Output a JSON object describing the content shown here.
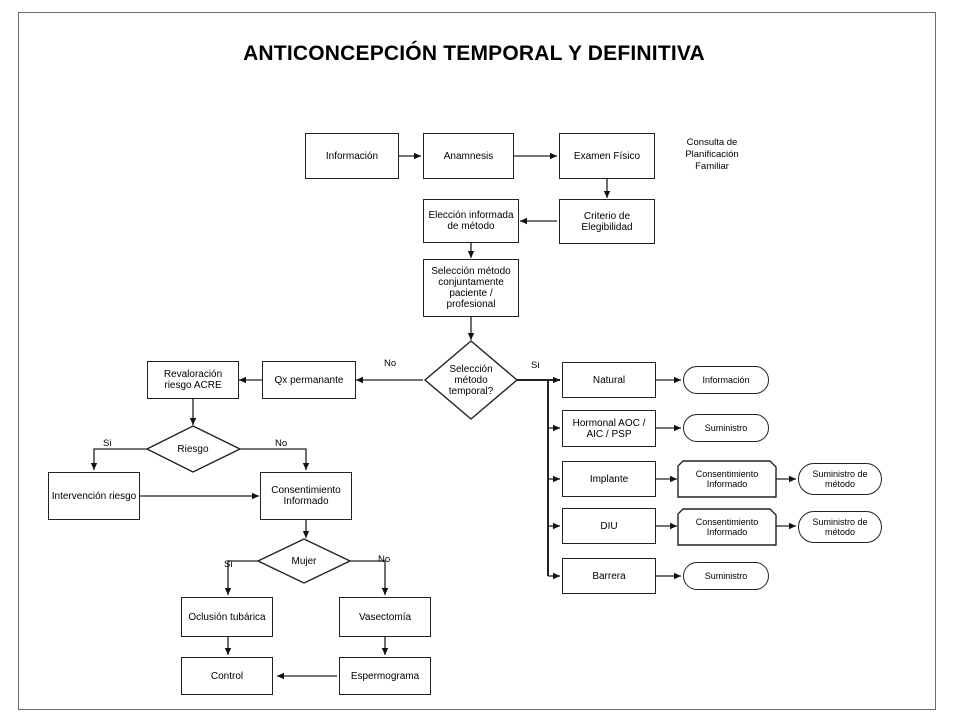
{
  "title": "ANTICONCEPCIÓN TEMPORAL Y DEFINITIVA",
  "side_note": "Consulta de Planificación Familiar",
  "nodes": {
    "informacion": "Información",
    "anamnesis": "Anamnesis",
    "examen_fisico": "Examen Físico",
    "criterio_elegibilidad": "Criterio de Elegibilidad",
    "eleccion_informada": "Elección informada de método",
    "seleccion_conjunta": "Selección método conjuntamente paciente / profesional",
    "seleccion_temporal": "Selección método temporal?",
    "qx_permanente": "Qx permanante",
    "revaloracion": "Revaloración riesgo ACRE",
    "riesgo": "Riesgo",
    "intervencion": "Intervención riesgo",
    "consentimiento": "Consentimiento Informado",
    "mujer": "Mujer",
    "oclusion": "Oclusión tubárica",
    "vasectomia": "Vasectomía",
    "control": "Control",
    "espermograma": "Espermograma",
    "natural": "Natural",
    "hormonal": "Hormonal AOC / AIC / PSP",
    "implante": "Implante",
    "diu": "DIU",
    "barrera": "Barrera",
    "out_natural": "Información",
    "out_hormonal": "Suministro",
    "out_implante_consent": "Consentimiento Informado",
    "out_implante_sum": "Suministro de método",
    "out_diu_consent": "Consentimiento Informado",
    "out_diu_sum": "Suministro de método",
    "out_barrera": "Suministro"
  },
  "labels": {
    "no_temporal": "No",
    "si_temporal": "Si",
    "si_riesgo": "Si",
    "no_riesgo": "No",
    "si_mujer": "Si",
    "no_mujer": "No"
  }
}
